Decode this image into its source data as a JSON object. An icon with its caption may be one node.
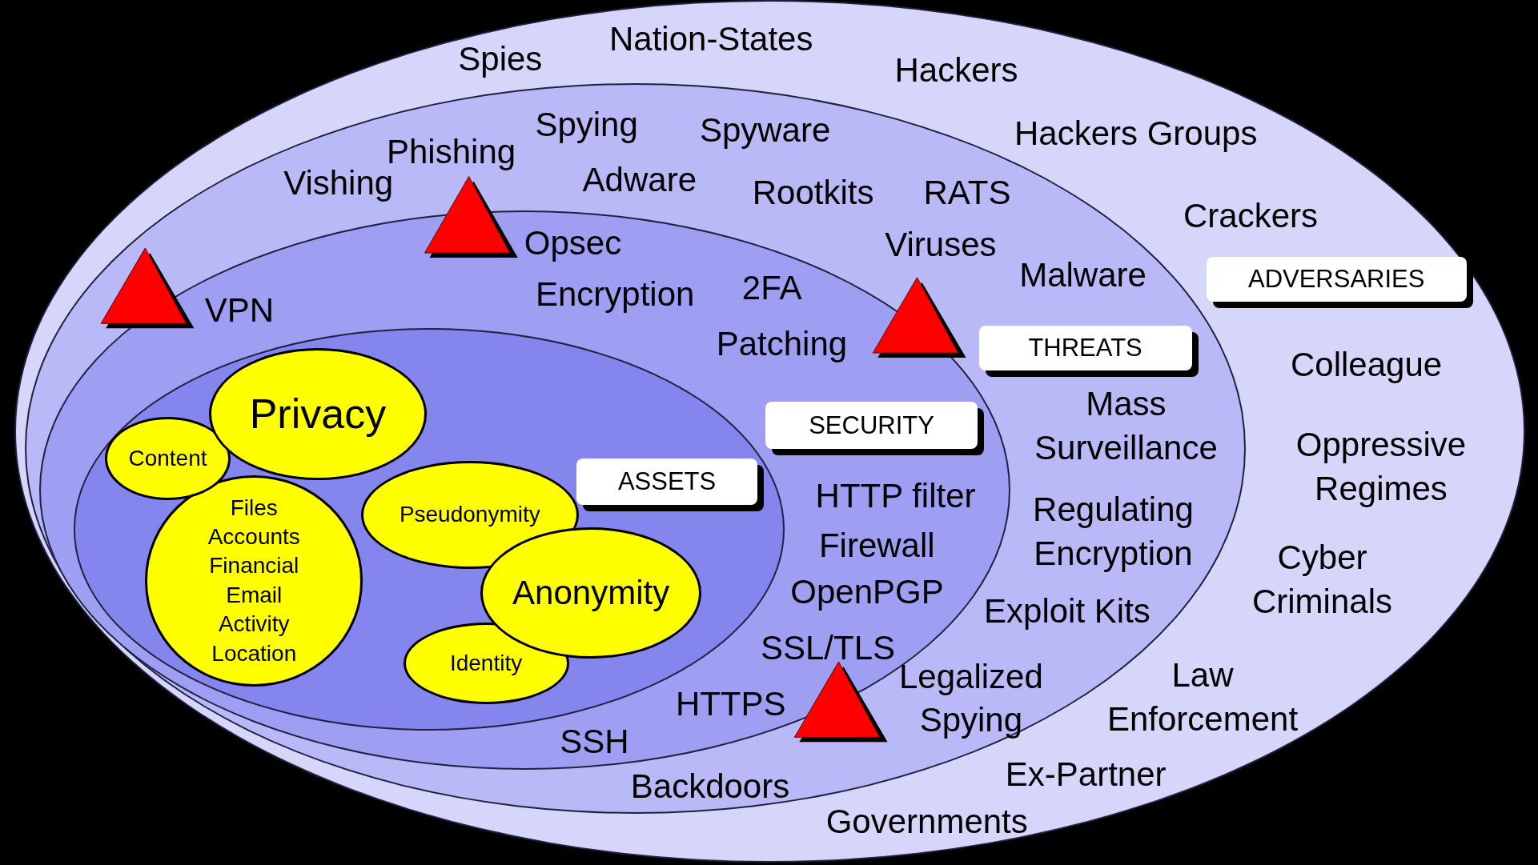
{
  "diagram": {
    "nodes": [
      {
        "text": [
          "ADVERSARIES"
        ]
      },
      {
        "text": [
          "THREATS"
        ],
        "in": 0
      },
      {
        "text": [
          "SECURITY"
        ],
        "in": 1
      },
      {
        "text": [
          "ASSETS"
        ],
        "in": 2
      },
      {
        "text": [
          "Privacy"
        ],
        "in": 3
      },
      {
        "text": [
          "Content"
        ],
        "in": 3
      },
      {
        "text": [
          "Files Accounts Financial Email Activity Location"
        ],
        "in": 3
      },
      {
        "text": [
          "Pseudonymity"
        ],
        "in": 3
      },
      {
        "text": [
          "Anonymity"
        ],
        "in": 3
      },
      {
        "text": [
          "Identity"
        ],
        "in": 3
      }
    ],
    "edges": [],
    "labels": [
      "Nation-States",
      "Spies",
      "Hackers",
      "Spying",
      "Spyware",
      "Hackers Groups",
      "Phishing",
      "Vishing",
      "Adware",
      "Rootkits",
      "RATS",
      "Crackers",
      "Opsec",
      "Viruses",
      "Malware",
      "VPN",
      "Encryption",
      "2FA",
      "Patching",
      "Colleague",
      "Mass Surveillance",
      "Oppressive Regimes",
      "HTTP filter",
      "Regulating Encryption",
      "Firewall",
      "OpenPGP",
      "Exploit Kits",
      "Cyber Criminals",
      "SSL/TLS",
      "HTTPS",
      "Legalized Spying",
      "Law Enforcement",
      "SSH",
      "Ex-Partner",
      "Backdoors",
      "Governments"
    ]
  }
}
